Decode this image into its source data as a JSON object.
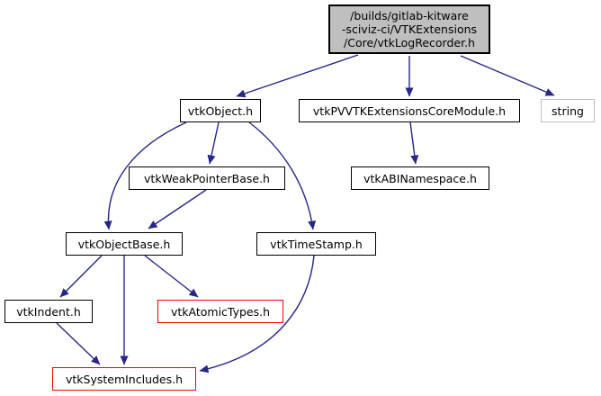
{
  "diagram": {
    "kind": "include-dependency-graph",
    "root": {
      "label": "/builds/gitlab-kitware\n-sciviz-ci/VTKExtensions\n/Core/vtkLogRecorder.h"
    },
    "nodes": {
      "vtkObject": {
        "label": "vtkObject.h",
        "style": "documented"
      },
      "pvvtkModule": {
        "label": "vtkPVVTKExtensionsCoreModule.h",
        "style": "documented"
      },
      "string": {
        "label": "string",
        "style": "external"
      },
      "weakPointerBase": {
        "label": "vtkWeakPointerBase.h",
        "style": "documented"
      },
      "abiNamespace": {
        "label": "vtkABINamespace.h",
        "style": "documented"
      },
      "objectBase": {
        "label": "vtkObjectBase.h",
        "style": "documented"
      },
      "timeStamp": {
        "label": "vtkTimeStamp.h",
        "style": "documented"
      },
      "indent": {
        "label": "vtkIndent.h",
        "style": "documented"
      },
      "atomicTypes": {
        "label": "vtkAtomicTypes.h",
        "style": "truncated"
      },
      "systemIncludes": {
        "label": "vtkSystemIncludes.h",
        "style": "truncated"
      }
    },
    "edges": [
      {
        "from": "root",
        "to": "vtkObject"
      },
      {
        "from": "root",
        "to": "pvvtkModule"
      },
      {
        "from": "root",
        "to": "string"
      },
      {
        "from": "vtkObject",
        "to": "weakPointerBase"
      },
      {
        "from": "vtkObject",
        "to": "objectBase"
      },
      {
        "from": "vtkObject",
        "to": "timeStamp"
      },
      {
        "from": "weakPointerBase",
        "to": "objectBase"
      },
      {
        "from": "pvvtkModule",
        "to": "abiNamespace"
      },
      {
        "from": "objectBase",
        "to": "indent"
      },
      {
        "from": "objectBase",
        "to": "systemIncludes"
      },
      {
        "from": "objectBase",
        "to": "atomicTypes"
      },
      {
        "from": "indent",
        "to": "systemIncludes"
      },
      {
        "from": "timeStamp",
        "to": "systemIncludes"
      }
    ],
    "colors": {
      "edge": "#26268b",
      "root_fill": "#bfbfbf",
      "node_fill": "#ffffff",
      "node_border": "#000000",
      "truncated_border": "#ff0000",
      "external_border": "#bebebe",
      "background": "#ffffff"
    }
  }
}
